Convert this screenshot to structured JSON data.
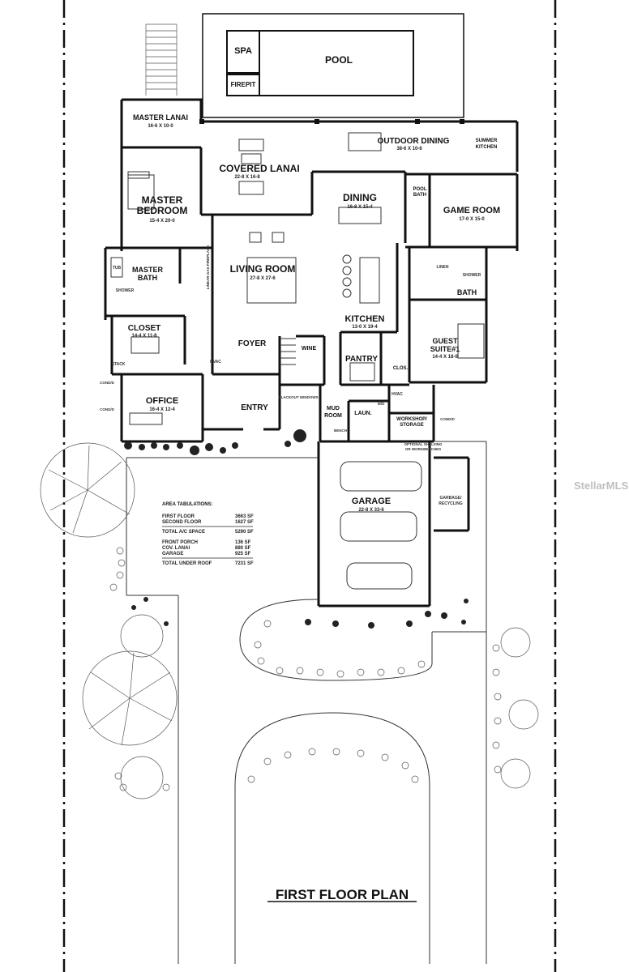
{
  "rooms": {
    "spa": "SPA",
    "pool": "POOL",
    "firepit": "FIREPIT",
    "master_lanai": "MASTER LANAI",
    "master_lanai_dim": "16-6 X 10-0",
    "outdoor_dining": "OUTDOOR DINING",
    "outdoor_dining_dim": "38-6 X 10-6",
    "summer_kitchen_1": "SUMMER",
    "summer_kitchen_2": "KITCHEN",
    "covered_lanai": "COVERED LANAI",
    "covered_lanai_dim": "22-8 X 16-8",
    "master_bedroom_1": "MASTER",
    "master_bedroom_2": "BEDROOM",
    "master_bedroom_dim": "15-4 X 20-0",
    "dining": "DINING",
    "dining_dim": "16-8 X 15-4",
    "pool_bath_1": "POOL",
    "pool_bath_2": "BATH",
    "game_room": "GAME ROOM",
    "game_room_dim": "17-0 X 15-0",
    "master_bath_1": "MASTER",
    "master_bath_2": "BATH",
    "living_room": "LIVING ROOM",
    "living_room_dim": "27-8 X 27-6",
    "tub": "TUB",
    "shower": "SHOWER",
    "bath": "BATH",
    "kitchen": "KITCHEN",
    "kitchen_dim": "13-0 X 19-4",
    "closet": "CLOSET",
    "closet_dim": "14-4 X 11-8",
    "guest_suite": "GUEST",
    "guest_suite_2": "SUITE#1",
    "guest_suite_dim": "14-4 X 18-0",
    "foyer": "FOYER",
    "wine": "WINE",
    "pantry": "PANTRY",
    "clos": "CLOS.",
    "office": "OFFICE",
    "office_dim": "16-4 X 12-4",
    "entry": "ENTRY",
    "mud_room_1": "MUD",
    "mud_room_2": "ROOM",
    "laun": "LAUN.",
    "workshop_1": "WORKSHOP/",
    "workshop_2": "STORAGE",
    "garage": "GARAGE",
    "garage_dim": "22-8 X 33-6",
    "garbage_1": "GARBAGE/",
    "garbage_2": "RECYCLING",
    "optional_shelving_1": "OPTIONAL SHELVING",
    "optional_shelving_2": "OR WORKBENCHES"
  },
  "small_labels": {
    "condo_1": "COND/D",
    "condo_2": "COND/D",
    "condo_3": "COND/D",
    "hvac_1": "HVAC",
    "hvac_2": "HVAC",
    "blackout": "BLACKOUT WINDOWS",
    "bench": "BENCH",
    "linen": "LINEN",
    "linear_fireplace": "LINEAR GAS FIREPLACE",
    "stack": "STACK",
    "wd": "W/D"
  },
  "area_table": {
    "heading": "AREA TABULATIONS:",
    "rows_a": [
      {
        "label": "FIRST FLOOR",
        "value": "3663 SF"
      },
      {
        "label": "SECOND FLOOR",
        "value": "1627 SF"
      }
    ],
    "total_ac": {
      "label": "TOTAL A/C SPACE",
      "value": "5290 SF"
    },
    "rows_b": [
      {
        "label": "FRONT PORCH",
        "value": "136 SF"
      },
      {
        "label": "COV. LANAI",
        "value": "880 SF"
      },
      {
        "label": "GARAGE",
        "value": "925 SF"
      }
    ],
    "total_roof": {
      "label": "TOTAL UNDER ROOF",
      "value": "7231 SF"
    }
  },
  "title": "FIRST FLOOR PLAN",
  "watermark": "StellarMLS"
}
